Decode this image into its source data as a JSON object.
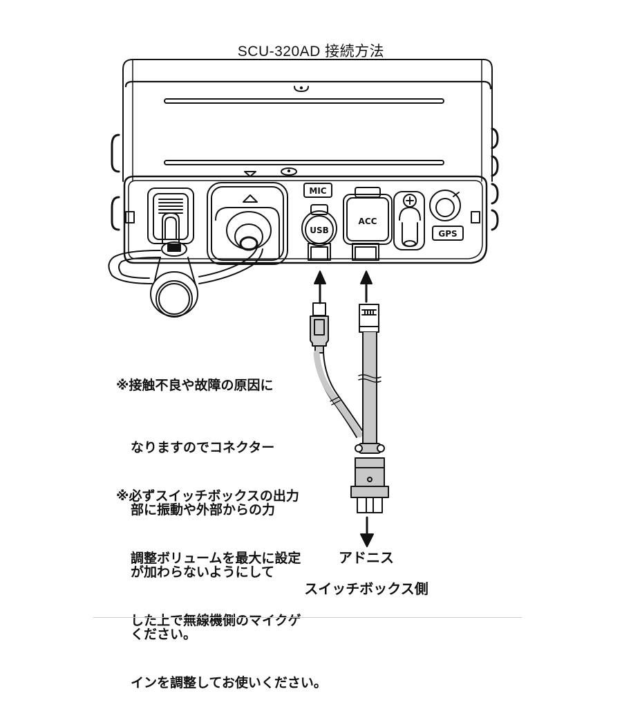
{
  "title": "SCU-320AD 接続方法",
  "radio": {
    "port_labels": {
      "mic": "MIC",
      "usb": "USB",
      "acc": "ACC",
      "gps": "GPS"
    }
  },
  "notes": [
    {
      "marker": "※",
      "lines": [
        "接触不良や故障の原因に",
        "なりますのでコネクター",
        "部に振動や外部からの力",
        "が加わらないようにして",
        "ください。"
      ]
    },
    {
      "marker": "※",
      "lines": [
        "必ずスイッチボックスの出力",
        "調整ボリュームを最大に設定",
        "した上で無線機側のマイクゲ",
        "インを調整してお使いください。"
      ]
    }
  ],
  "destination": {
    "line1": "アドニス",
    "line2": "スイッチボックス側"
  },
  "colors": {
    "ink": "#111111",
    "cable_fill": "#c8c8c8",
    "background": "#ffffff"
  }
}
